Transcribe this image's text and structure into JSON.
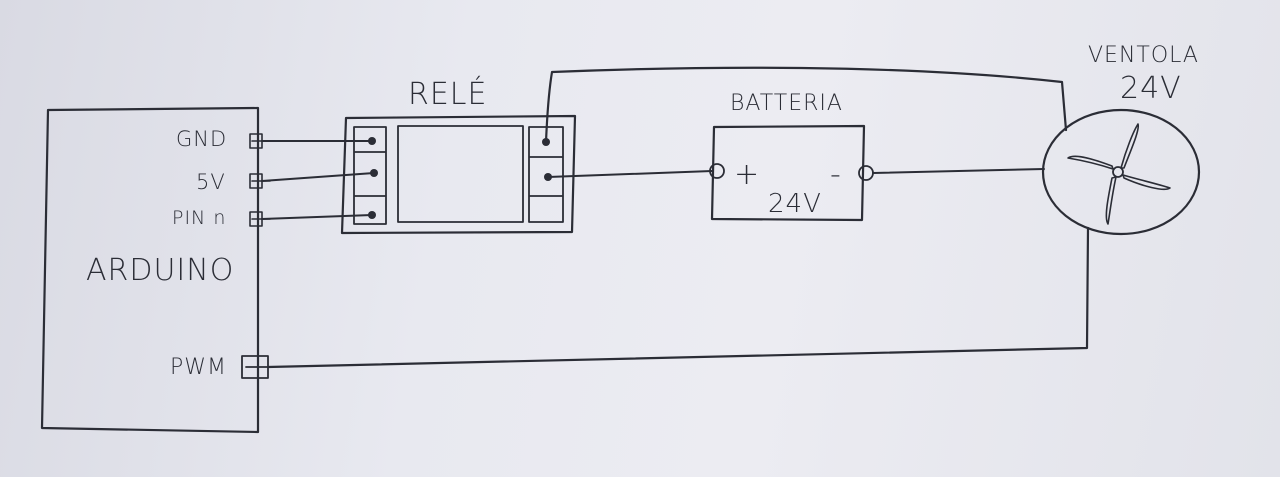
{
  "arduino": {
    "label": "ARDUINO",
    "pins": [
      "GND",
      "5V",
      "PIN n",
      "PWM"
    ]
  },
  "relay": {
    "label": "RELÉ"
  },
  "battery": {
    "label": "BATTERIA",
    "positive": "+",
    "negative": "-",
    "voltage": "24V"
  },
  "fan": {
    "label": "VENTOLA",
    "voltage": "24V"
  },
  "colors": {
    "ink": "#2b2d36",
    "paper": "#e8e9f0"
  }
}
